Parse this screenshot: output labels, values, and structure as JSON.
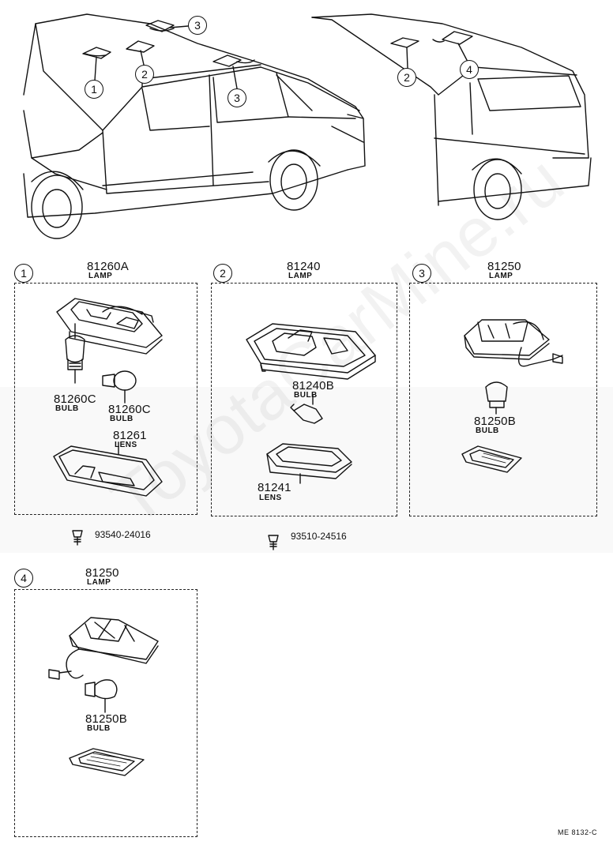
{
  "callouts": {
    "one": "1",
    "two": "2",
    "three": "3",
    "four": "4"
  },
  "panel1": {
    "lamp_pn": "81260A",
    "lamp_word": "LAMP",
    "bulb1_pn": "81260C",
    "bulb1_word": "BULB",
    "bulb2_pn": "81260C",
    "bulb2_word": "BULB",
    "lens_pn": "81261",
    "lens_word": "LENS"
  },
  "panel2": {
    "lamp_pn": "81240",
    "lamp_word": "LAMP",
    "bulb_pn": "81240B",
    "bulb_word": "BULB",
    "lens_pn": "81241",
    "lens_word": "LENS"
  },
  "panel3": {
    "lamp_pn": "81250",
    "lamp_word": "LAMP",
    "bulb_pn": "81250B",
    "bulb_word": "BULB"
  },
  "panel4": {
    "lamp_pn": "81250",
    "lamp_word": "LAMP",
    "bulb_pn": "81250B",
    "bulb_word": "BULB"
  },
  "screws": {
    "screw1": "93540-24016",
    "screw2": "93510-24516"
  },
  "footer_code": "ME 8132-C",
  "watermark": "ToyotaCarMine.ru"
}
